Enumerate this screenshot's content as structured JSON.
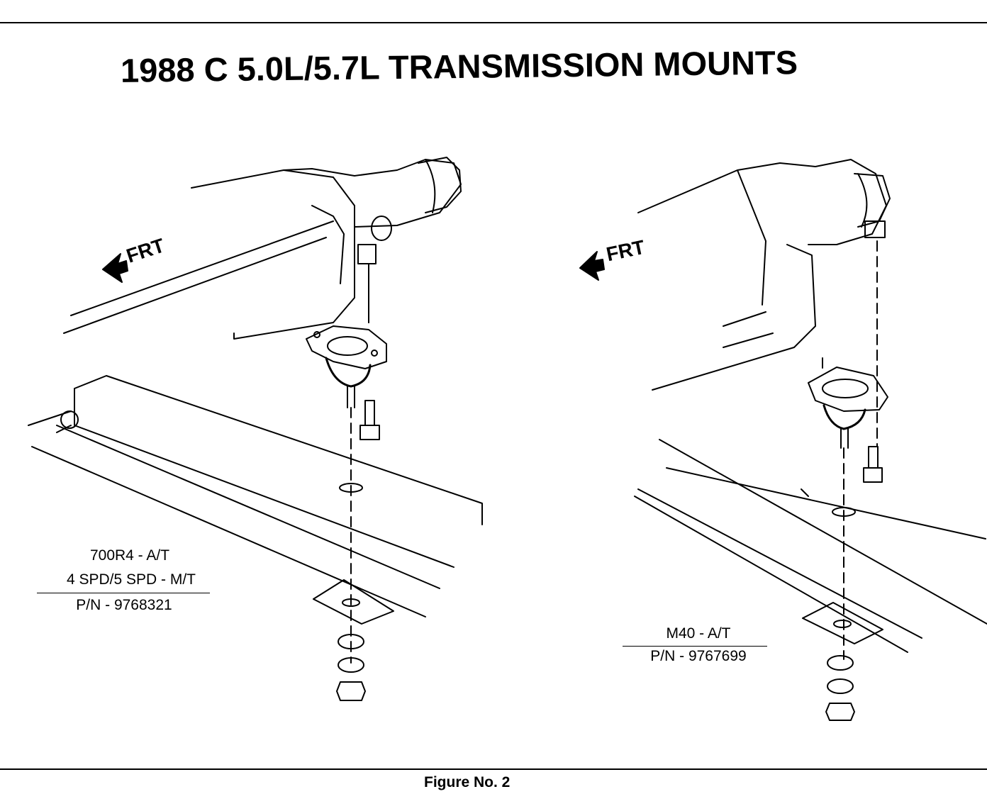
{
  "title": "1988 C 5.0L/5.7L TRANSMISSION MOUNTS",
  "caption": "Figure No. 2",
  "left_mount": {
    "direction": "FRT",
    "line1": "700R4 - A/T",
    "line2": "4 SPD/5 SPD - M/T",
    "part_number": "P/N - 9768321"
  },
  "right_mount": {
    "direction": "FRT",
    "line1": "M40 - A/T",
    "part_number": "P/N - 9767699"
  }
}
